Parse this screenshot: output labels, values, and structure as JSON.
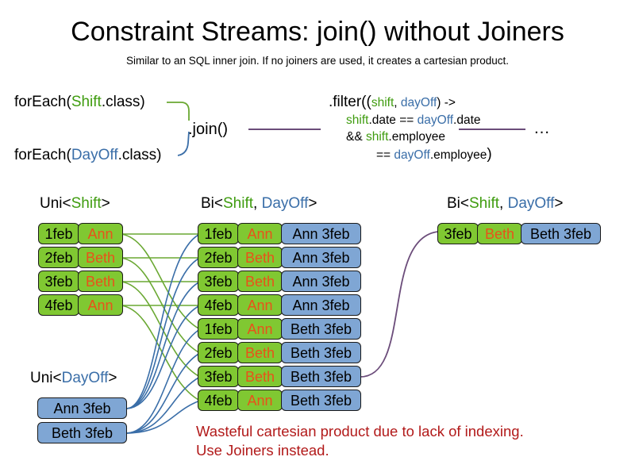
{
  "header": {
    "title": "Constraint Streams: join() without Joiners",
    "subtitle": "Similar to an SQL inner join. If no joiners are used, it creates a cartesian product."
  },
  "colors": {
    "shift_green": "#3f9c0f",
    "dayoff_blue": "#3a6ea8",
    "box_green": "#80c832",
    "box_blue": "#7fa6d4",
    "name_orange": "#e8521a",
    "warning_red": "#b21a1a",
    "connector_purple": "#6b4c7a"
  },
  "pipeline": {
    "foreach_shift": {
      "prefix": "forEach(",
      "type": "Shift",
      "suffix": ".class)"
    },
    "foreach_dayoff": {
      "prefix": "forEach(",
      "type": "DayOff",
      "suffix": ".class)"
    },
    "join_label": ".join()",
    "ellipsis": "…",
    "filter": {
      "line1_a": ".filter((",
      "line1_shift": "shift",
      "line1_comma": ", ",
      "line1_dayoff": "dayOff",
      "line1_b": ") ->",
      "line2_shift": "shift",
      "line2_a": ".date == ",
      "line2_dayoff": "dayOff",
      "line2_b": ".date",
      "line3_a": "&& ",
      "line3_shift": "shift",
      "line3_b": ".employee",
      "line4_a": "== ",
      "line4_dayoff": "dayOff",
      "line4_b": ".employee",
      "line4_close": ")"
    }
  },
  "streams": {
    "uni_shift": {
      "prefix": "Uni<",
      "type": "Shift",
      "suffix": ">"
    },
    "uni_dayoff": {
      "prefix": "Uni<",
      "type": "DayOff",
      "suffix": ">"
    },
    "bi_middle": {
      "prefix": "Bi<",
      "type1": "Shift",
      "comma": ", ",
      "type2": "DayOff",
      "suffix": ">"
    },
    "bi_right": {
      "prefix": "Bi<",
      "type1": "Shift",
      "comma": ", ",
      "type2": "DayOff",
      "suffix": ">"
    }
  },
  "shift_rows": [
    {
      "date": "1feb",
      "employee": "Ann"
    },
    {
      "date": "2feb",
      "employee": "Beth"
    },
    {
      "date": "3feb",
      "employee": "Beth"
    },
    {
      "date": "4feb",
      "employee": "Ann"
    }
  ],
  "dayoff_rows": [
    {
      "pair": "Ann 3feb"
    },
    {
      "pair": "Beth 3feb"
    }
  ],
  "cartesian_rows": [
    {
      "date": "1feb",
      "employee": "Ann",
      "pair": "Ann 3feb"
    },
    {
      "date": "2feb",
      "employee": "Beth",
      "pair": "Ann 3feb"
    },
    {
      "date": "3feb",
      "employee": "Beth",
      "pair": "Ann 3feb"
    },
    {
      "date": "4feb",
      "employee": "Ann",
      "pair": "Ann 3feb"
    },
    {
      "date": "1feb",
      "employee": "Ann",
      "pair": "Beth 3feb"
    },
    {
      "date": "2feb",
      "employee": "Beth",
      "pair": "Beth 3feb"
    },
    {
      "date": "3feb",
      "employee": "Beth",
      "pair": "Beth 3feb"
    },
    {
      "date": "4feb",
      "employee": "Ann",
      "pair": "Beth 3feb"
    }
  ],
  "result_row": {
    "date": "3feb",
    "employee": "Beth",
    "pair": "Beth 3feb"
  },
  "warning": "Wasteful cartesian product due to lack of indexing.\nUse Joiners instead."
}
